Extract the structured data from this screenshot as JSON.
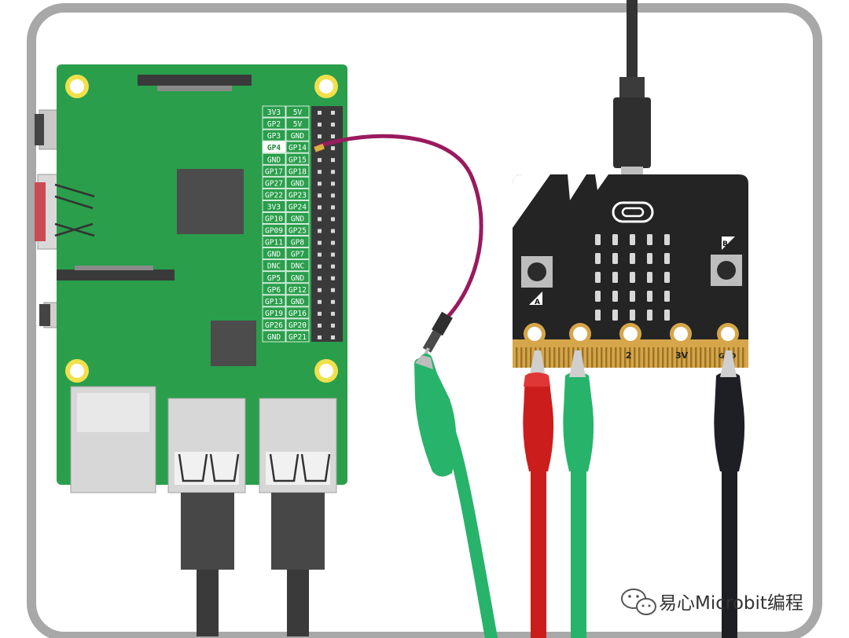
{
  "colors": {
    "frame": "#a8a8a8",
    "pi_board": "#2a9e4b",
    "pin_label_bg": "#2a9e4b",
    "highlight_pin_bg": "#ffffff",
    "jumper_wire": "#9a1a5e",
    "microbit_board": "#222222",
    "microbit_edge": "#d6a64a",
    "clip_green": "#27b36a",
    "clip_red": "#cc1d1d",
    "clip_black": "#1d1f24",
    "cable": "#444444"
  },
  "pi": {
    "pin_rows": [
      [
        "3V3",
        "5V"
      ],
      [
        "GP2",
        "5V"
      ],
      [
        "GP3",
        "GND"
      ],
      [
        "GP4",
        "GP14"
      ],
      [
        "GND",
        "GP15"
      ],
      [
        "GP17",
        "GP18"
      ],
      [
        "GP27",
        "GND"
      ],
      [
        "GP22",
        "GP23"
      ],
      [
        "3V3",
        "GP24"
      ],
      [
        "GP10",
        "GND"
      ],
      [
        "GP09",
        "GP25"
      ],
      [
        "GP11",
        "GP8"
      ],
      [
        "GND",
        "GP7"
      ],
      [
        "DNC",
        "DNC"
      ],
      [
        "GP5",
        "GND"
      ],
      [
        "GP6",
        "GP12"
      ],
      [
        "GP13",
        "GND"
      ],
      [
        "GP19",
        "GP16"
      ],
      [
        "GP26",
        "GP20"
      ],
      [
        "GND",
        "GP21"
      ]
    ],
    "highlight_row": 3
  },
  "microbit": {
    "button_a": "A",
    "button_b": "B",
    "edge_labels": [
      "",
      "",
      "2",
      "3V",
      "GND"
    ]
  },
  "watermark": {
    "text": "易心Microbit编程",
    "icon": "wechat-icon"
  }
}
